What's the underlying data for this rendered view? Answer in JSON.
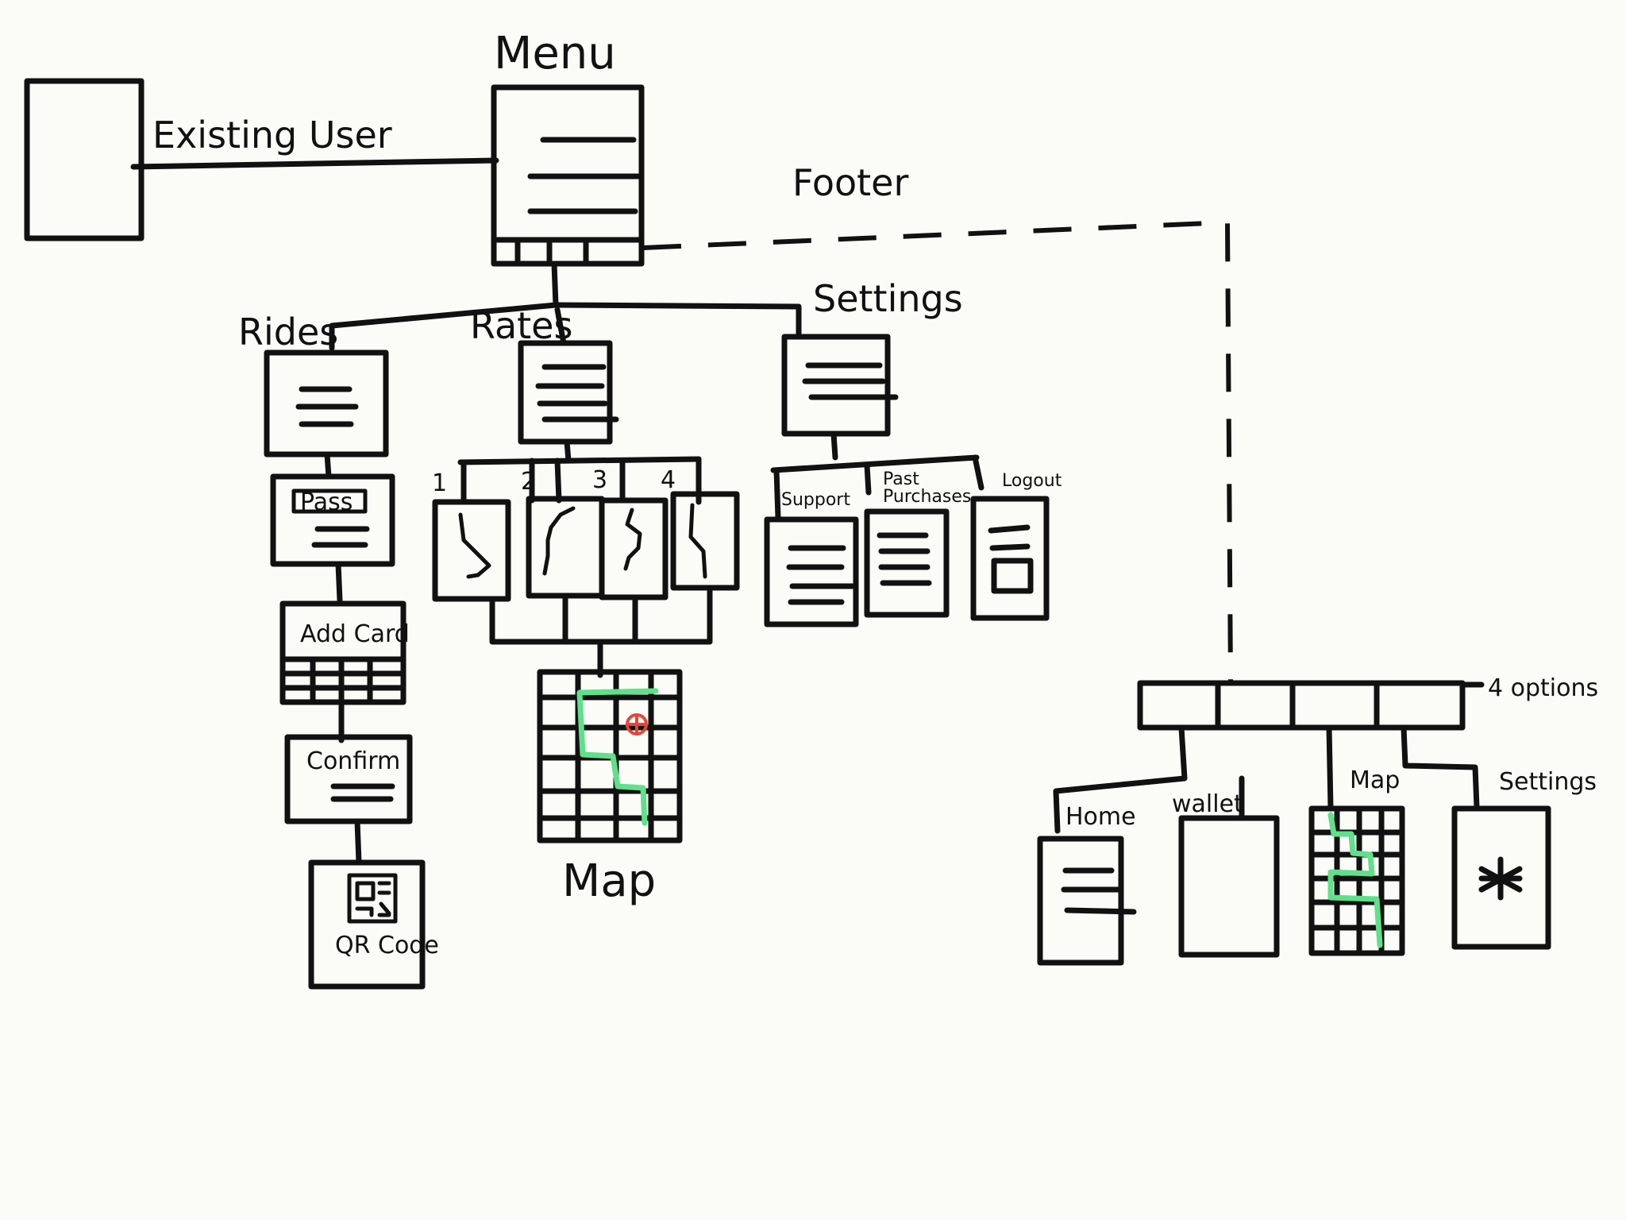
{
  "diagram": {
    "labels": {
      "menu": "Menu",
      "existing_user": "Existing User",
      "footer": "Footer",
      "rides": "Rides",
      "rates": "Rates",
      "settings": "Settings",
      "pass": "Pass",
      "add_card": "Add Card",
      "confirm": "Confirm",
      "qr_code": "QR Code",
      "map": "Map",
      "support": "Support",
      "past_purchases_line1": "Past",
      "past_purchases_line2": "Purchases",
      "logout": "Logout",
      "four_options": "4 options",
      "footer_home": "Home",
      "footer_wallet": "wallet",
      "footer_map": "Map",
      "footer_settings": "Settings"
    },
    "rate_numbers": [
      "1",
      "2",
      "3",
      "4"
    ],
    "colors": {
      "ink": "#111111",
      "route": "#5fe08a",
      "pin": "#e8443a",
      "background": "#fbfbf8"
    }
  }
}
